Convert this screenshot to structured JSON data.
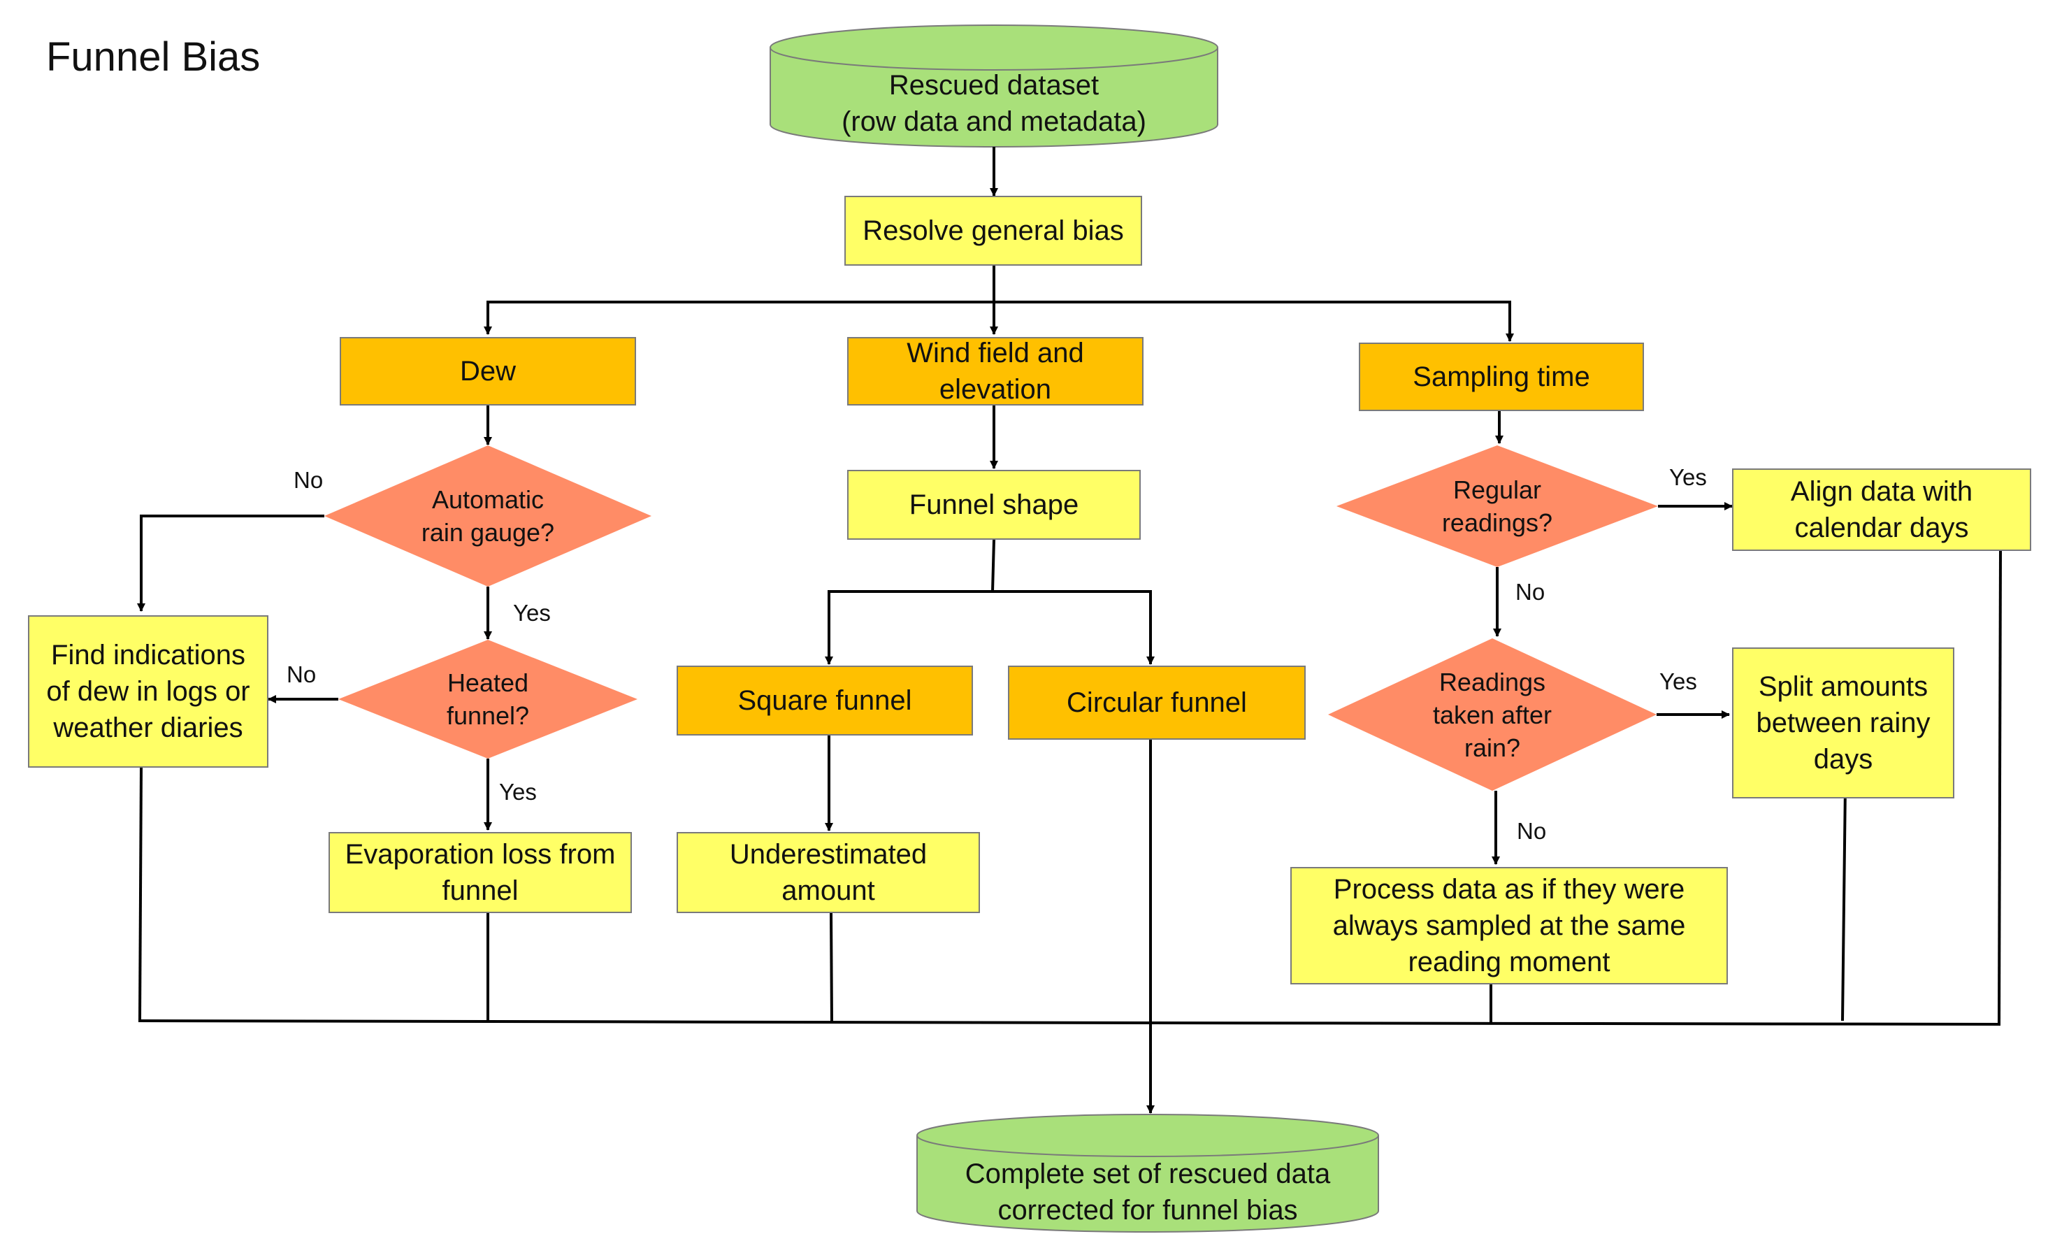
{
  "title": "Funnel Bias",
  "colors": {
    "process": "#ffff66",
    "category": "#ffc000",
    "decision": "#ff8c66",
    "terminal": "#a9e07a",
    "line": "#000000"
  },
  "nodes": {
    "start": "Rescued dataset\n(row data and metadata)",
    "resolve": "Resolve general bias",
    "dew": "Dew",
    "wind": "Wind field and\nelevation",
    "sampling": "Sampling time",
    "auto_gauge": "Automatic\nrain gauge?",
    "heated": "Heated\nfunnel?",
    "find_dew": "Find indications\nof dew in logs or\nweather diaries",
    "evaporation": "Evaporation loss from\nfunnel",
    "funnel_shape": "Funnel shape",
    "square": "Square funnel",
    "circular": "Circular funnel",
    "underestimated": "Underestimated\namount",
    "regular": "Regular\nreadings?",
    "after_rain": "Readings\ntaken after\nrain?",
    "align": "Align data with\ncalendar days",
    "split": "Split amounts\nbetween rainy\ndays",
    "process_same": "Process data as if they were\nalways sampled at the same\nreading moment",
    "end": "Complete set of rescued data\ncorrected for funnel bias"
  },
  "edge_labels": {
    "auto_no": "No",
    "auto_yes": "Yes",
    "heated_no": "No",
    "heated_yes": "Yes",
    "regular_yes": "Yes",
    "regular_no": "No",
    "after_yes": "Yes",
    "after_no": "No"
  }
}
